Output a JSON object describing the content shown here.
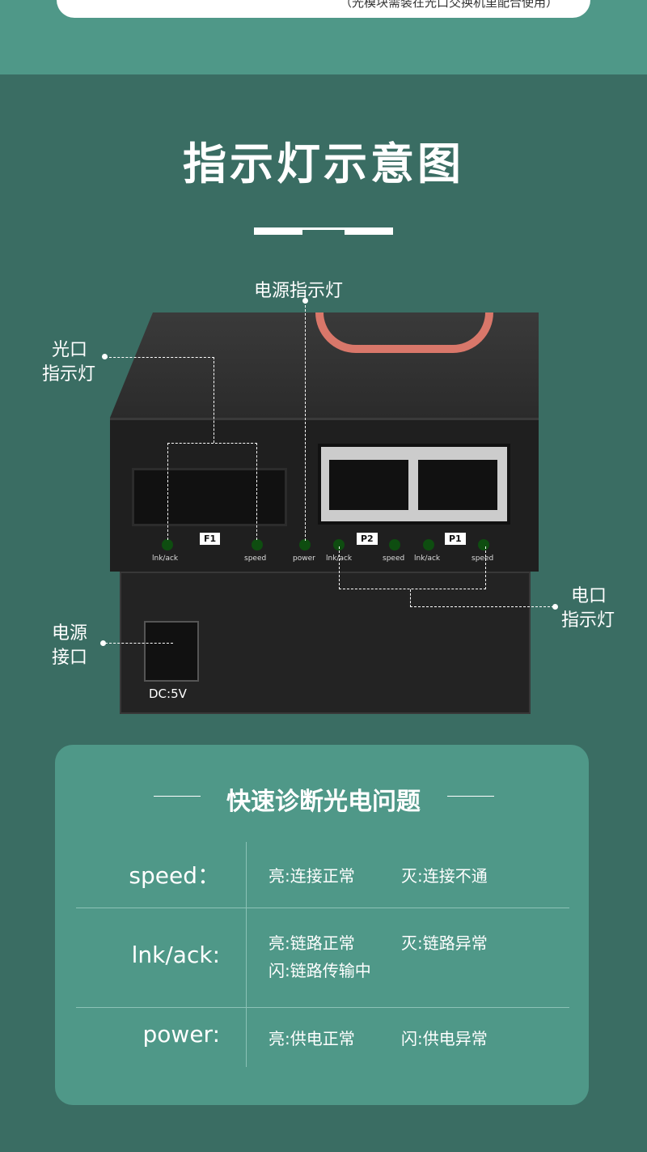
{
  "top_note": "（光模块需装在光口交换机里配合使用）",
  "title": "指示灯示意图",
  "callouts": {
    "power_led": "电源指示灯",
    "optical_led_1": "光口",
    "optical_led_2": "指示灯",
    "power_port_1": "电源",
    "power_port_2": "接口",
    "electric_led_1": "电口",
    "electric_led_2": "指示灯"
  },
  "device": {
    "tags": [
      "F1",
      "P2",
      "P1"
    ],
    "leds": [
      "lnk/ack",
      "speed",
      "power",
      "lnk/ack",
      "speed",
      "lnk/ack",
      "speed"
    ],
    "dc_label": "DC:5V"
  },
  "diagnosis": {
    "title": "快速诊断光电问题",
    "rows": [
      {
        "key": "speed：",
        "values": [
          "亮:连接正常",
          "灭:连接不通"
        ]
      },
      {
        "key": "lnk/ack:",
        "values": [
          "亮:链路正常",
          "灭:链路异常",
          "闪:链路传输中"
        ]
      },
      {
        "key": "power:",
        "values": [
          "亮:供电正常",
          "闪:供电异常"
        ]
      }
    ]
  }
}
